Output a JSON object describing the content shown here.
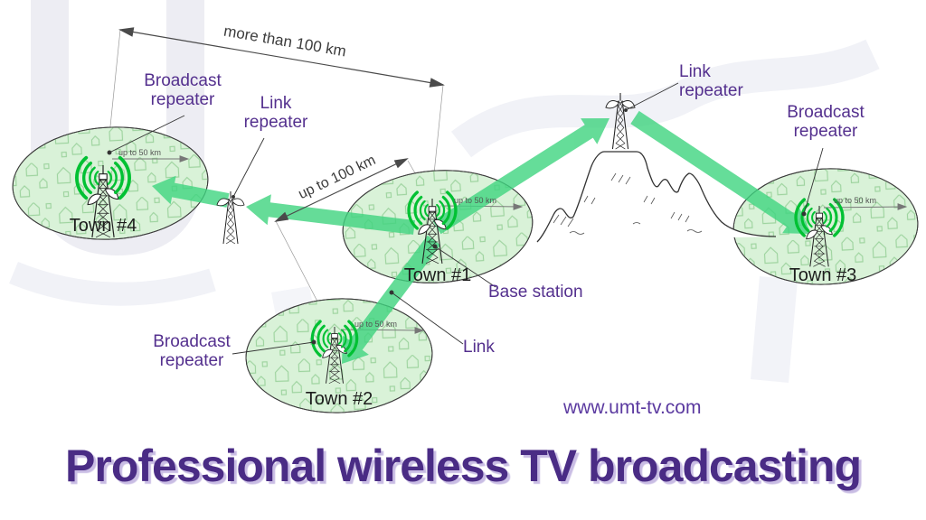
{
  "title": "Professional wireless TV broadcasting",
  "website": "www.umt-tv.com",
  "towns": [
    {
      "name": "Town #4",
      "coverage": "up to 50 km"
    },
    {
      "name": "Town #1",
      "coverage": "up to 50 km"
    },
    {
      "name": "Town #2",
      "coverage": "up to 50 km"
    },
    {
      "name": "Town #3",
      "coverage": "up to 50 km"
    }
  ],
  "annotations": {
    "broadcast_repeater_town4": "Broadcast\nrepeater",
    "link_repeater_west": "Link\nrepeater",
    "link_repeater_mountain": "Link\nrepeater",
    "broadcast_repeater_town3": "Broadcast\nrepeater",
    "broadcast_repeater_town2": "Broadcast\nrepeater",
    "base_station": "Base station",
    "link": "Link"
  },
  "dimensions": {
    "town4_to_town1": "more than 100 km",
    "town1_to_link_repeater": "up to 100 km"
  },
  "colors": {
    "label_purple": "#54308e",
    "title_purple": "#4a2c85",
    "arrow_green": "#3fd47f",
    "signal_green": "#00c133",
    "town_fill": "#d9f2d8"
  }
}
